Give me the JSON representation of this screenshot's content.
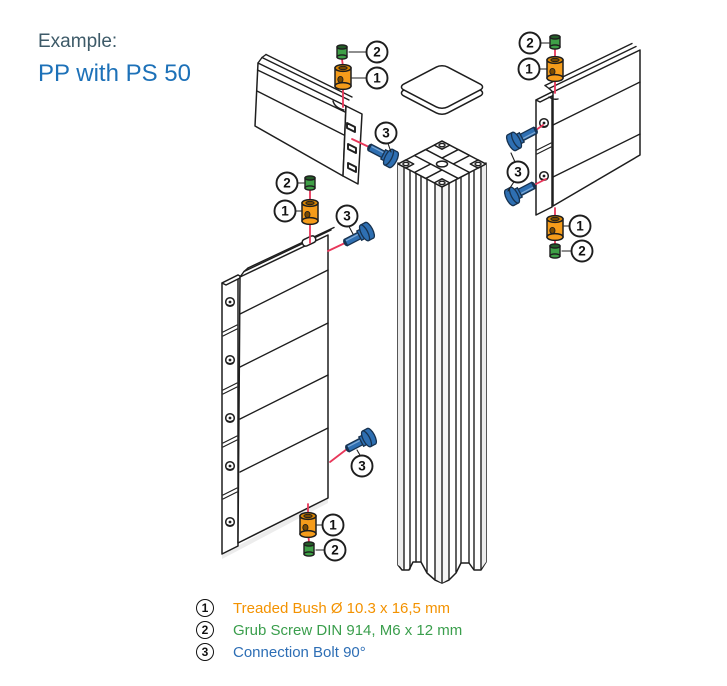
{
  "header": {
    "example_label": "Example:",
    "title": "PP with PS 50"
  },
  "legend": {
    "items": [
      {
        "num": "1",
        "label": "Treaded Bush Ø 10.3 x 16,5 mm"
      },
      {
        "num": "2",
        "label": "Grub Screw DIN 914, M6 x 12 mm"
      },
      {
        "num": "3",
        "label": "Connection Bolt 90°"
      }
    ]
  },
  "colors": {
    "example_label": "#3D5A68",
    "title": "#1D71B8",
    "outline": "#1E1E1E",
    "bush": "#F59C1B",
    "bush_dark": "#D98500",
    "bush_hole": "#7A4A00",
    "screw": "#3FA047",
    "screw_dark": "#245C28",
    "bolt": "#2E6FB2",
    "bolt_dark": "#17324F",
    "assembly_line": "#E8375A",
    "legend_1": "#F39200",
    "legend_2": "#3A9E4C",
    "legend_3": "#2D6EB5"
  }
}
